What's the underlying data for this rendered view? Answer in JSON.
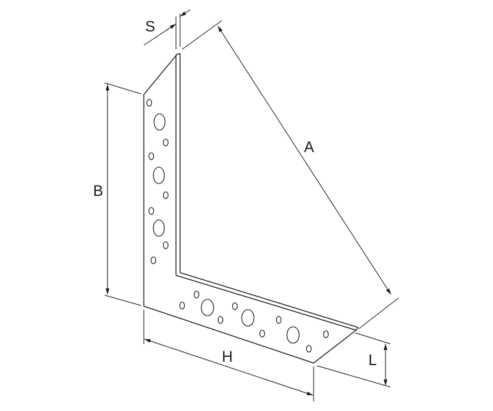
{
  "diagram": {
    "labels": {
      "s": "S",
      "a": "A",
      "b": "B",
      "h": "H",
      "l": "L"
    },
    "colors": {
      "line": "#1a1a1a",
      "background": "#ffffff"
    }
  }
}
